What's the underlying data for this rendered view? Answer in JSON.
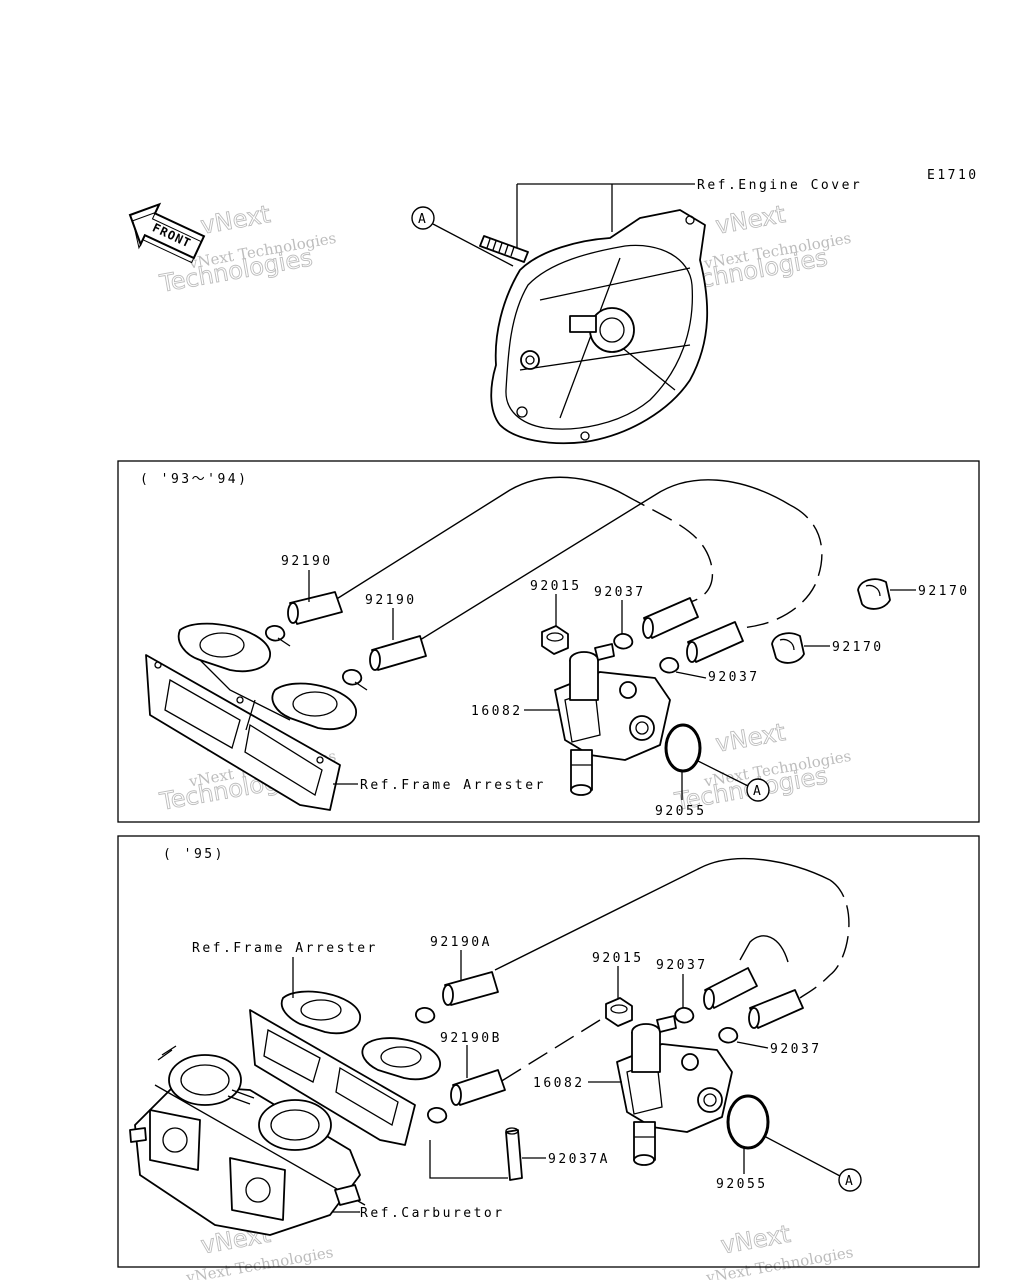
{
  "diagram": {
    "code": "E1710",
    "front_label": "FRONT",
    "watermark_brand": "vNext",
    "watermark_name": "vNext Technologies",
    "watermark_word": "Technologies",
    "top": {
      "ref_engine_cover": "Ref.Engine Cover",
      "callout_a": "A"
    },
    "panel1": {
      "period": "( '93～'94)",
      "parts": {
        "p92190_a": "92190",
        "p92190_b": "92190",
        "p92015": "92015",
        "p92037_a": "92037",
        "p92037_b": "92037",
        "p92170_a": "92170",
        "p92170_b": "92170",
        "p16082": "16082",
        "p92055": "92055"
      },
      "ref_frame_arrester": "Ref.Frame Arrester",
      "callout_a": "A"
    },
    "panel2": {
      "period": "( '95)",
      "parts": {
        "p92190A": "92190A",
        "p92190B": "92190B",
        "p92015": "92015",
        "p92037_a": "92037",
        "p92037_b": "92037",
        "p92037A": "92037A",
        "p16082": "16082",
        "p92055": "92055"
      },
      "ref_frame_arrester": "Ref.Frame Arrester",
      "ref_carburetor": "Ref.Carburetor",
      "callout_a": "A"
    }
  }
}
